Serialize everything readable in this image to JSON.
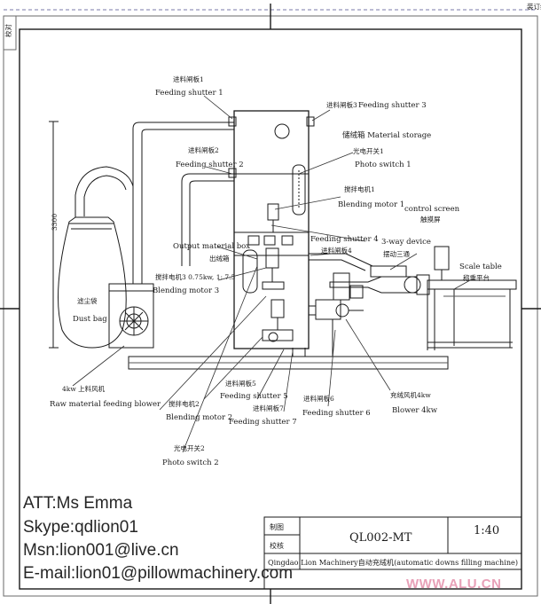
{
  "labels": {
    "feeding_shutter_1_cn": "进料闸板1",
    "feeding_shutter_1": "Feeding shutter 1",
    "feeding_shutter_3_cn": "进料闸板3",
    "feeding_shutter_3": "Feeding shutter 3",
    "material_storage": "储绒箱 Material storage",
    "photo_switch_1_cn": "光电开关1",
    "photo_switch_1": "Photo switch 1",
    "feeding_shutter_2_cn": "进料闸板2",
    "feeding_shutter_2": "Feeding shutter 2",
    "blending_motor_1_cn": "搅拌电机1",
    "blending_motor_1": "Blending motor 1",
    "control_screen": "control screen",
    "control_screen_cn": "触摸屏",
    "feeding_shutter_4": "Feeding shutter 4",
    "feeding_shutter_4_cn": "进料闸板4",
    "three_way_device": "3-way device",
    "three_way_device_cn": "摆动三通",
    "output_material_box": "Output material box",
    "output_material_box_cn": "出绒箱",
    "scale_table": "Scale table",
    "scale_table_cn": "称重平台",
    "blending_motor_3_spec": "搅拌电机3 0.75kw, 1: 7.5",
    "blending_motor_3": "Blending motor 3",
    "dust_bag_cn": "滤尘袋",
    "dust_bag": "Dust bag",
    "dimension": "3300",
    "raw_blower_cn": "4kw 上料风机",
    "raw_blower": "Raw material feeding blower",
    "feeding_shutter_5_cn": "进料闸板5",
    "feeding_shutter_5": "Feeding shutter 5",
    "blending_motor_2_cn": "搅拌电机2",
    "blending_motor_2": "Blending motor 2",
    "feeding_shutter_7_cn": "进料闸板7",
    "feeding_shutter_7": "Feeding shutter 7",
    "feeding_shutter_6_cn": "进料闸板6",
    "feeding_shutter_6": "Feeding shutter 6",
    "blower_4kw_cn": "充绒风机4kw",
    "blower_4kw": "Blower 4kw",
    "photo_switch_2_cn": "光电开关2",
    "photo_switch_2": "Photo switch 2"
  },
  "title_block": {
    "drawn_cn": "制图",
    "checked_cn": "校核",
    "drawing_no": "QL002-MT",
    "scale": "1:40",
    "title": "Qingdao Lion Machinery自动充绒机(automatic downs filling machine)"
  },
  "side_marks": {
    "top": "装订线",
    "left_mark": "校对"
  },
  "contact": {
    "att": "ATT:Ms Emma",
    "skype": "Skype:qdlion01",
    "msn": "Msn:lion001@live.cn",
    "email": "E-mail:lion01@pillowmachinery.com"
  },
  "watermark": "WWW.ALU.CN"
}
